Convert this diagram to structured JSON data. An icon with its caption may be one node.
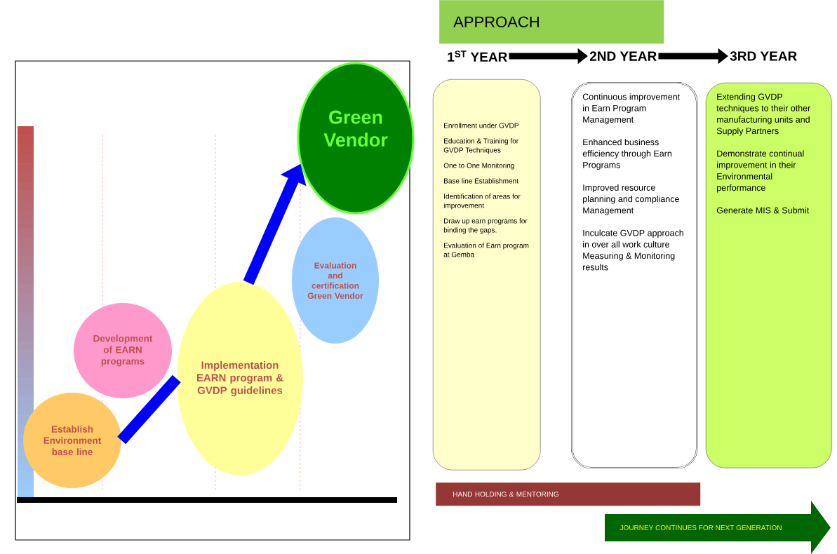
{
  "diagram": {
    "nodes": [
      {
        "text": [
          "Establish Environment base line"
        ]
      },
      {
        "text": [
          "Development of EARN programs"
        ]
      },
      {
        "text": [
          "Implementation EARN program & GVDP guidelines"
        ]
      },
      {
        "text": [
          "Evaluation and certification Green Vendor"
        ]
      },
      {
        "text": [
          "Green Vendor"
        ]
      },
      {
        "text": [
          "APPROACH"
        ]
      },
      {
        "text": [
          "1$^{ST}$ YEAR"
        ]
      },
      {
        "text": [
          "2ND YEAR"
        ]
      },
      {
        "text": [
          "3RD YEAR"
        ]
      },
      {
        "text": [
          "Enrollment under GVDP",
          "Education & Training for GVDP Techniques",
          "One to One Monitoring",
          "Base line Establishment",
          "Identification of areas for improvement",
          "Draw up earn programs for binding the gaps.",
          "Evaluation of Earn program at Gemba"
        ]
      },
      {
        "text": [
          "Continuous improvement in Earn Program Management",
          "Enhanced business efficiency through Earn Programs",
          "Improved resource planning and compliance Management",
          "Inculcate GVDP approach in over all work culture Measuring & Monitoring results"
        ]
      },
      {
        "text": [
          "Extending GVDP techniques to their other manufacturing units and Supply Partners",
          "Demonstrate continual improvement in their Environmental performance",
          "Generate MIS & Submit"
        ]
      },
      {
        "text": [
          "HAND HOLDING & MENTORING"
        ]
      },
      {
        "text": [
          "JOURNEY CONTINUES FOR NEXT GENERATION"
        ]
      }
    ],
    "edges": [
      {
        "from": 0,
        "to": 2,
        "arrow": "none",
        "color": "#0000ff"
      },
      {
        "from": 2,
        "to": 4,
        "arrow": "to",
        "color": "#0000ff"
      },
      {
        "from": 6,
        "to": 7,
        "arrow": "to",
        "color": "#000000"
      },
      {
        "from": 7,
        "to": 8,
        "arrow": "to",
        "color": "#000000"
      }
    ]
  }
}
